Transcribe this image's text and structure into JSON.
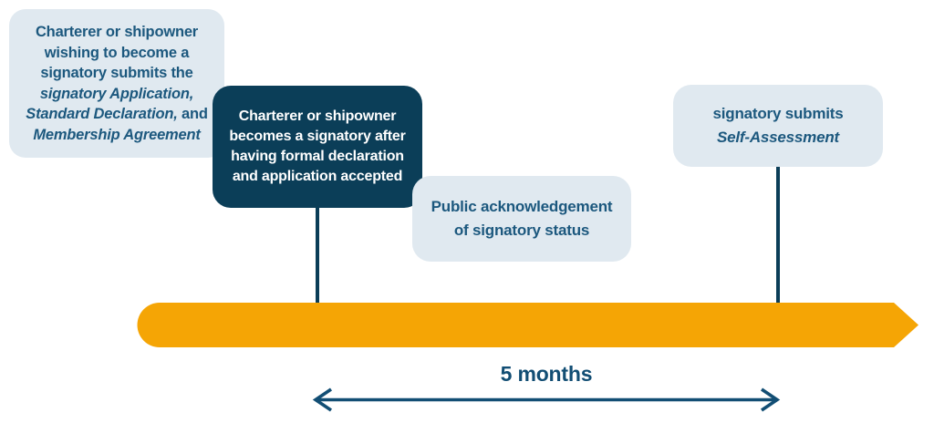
{
  "colors": {
    "timeline_orange": "#F5A505",
    "navy": "#0B3E58",
    "card_light_bg": "#E0E9F0",
    "text_blue": "#1C587E"
  },
  "cards": {
    "application": {
      "line1": "Charterer or shipowner",
      "line2": "wishing to become a",
      "line3": "signatory submits the",
      "line4_italic": "signatory Application,",
      "line5_italic": "Standard Declaration,",
      "line5_end": " and",
      "line6_italic": "Membership Agreement"
    },
    "signatory": {
      "line1": "Charterer or shipowner",
      "line2": "becomes a signatory after",
      "line3": "having formal declaration",
      "line4": "and application accepted"
    },
    "public_acknowledgement": {
      "line1": "Public acknowledgement",
      "line2": "of signatory status"
    },
    "self_assessment": {
      "line1": "signatory submits",
      "line2_italic": "Self-Assessment"
    }
  },
  "timeline": {
    "duration_label": "5 months"
  }
}
